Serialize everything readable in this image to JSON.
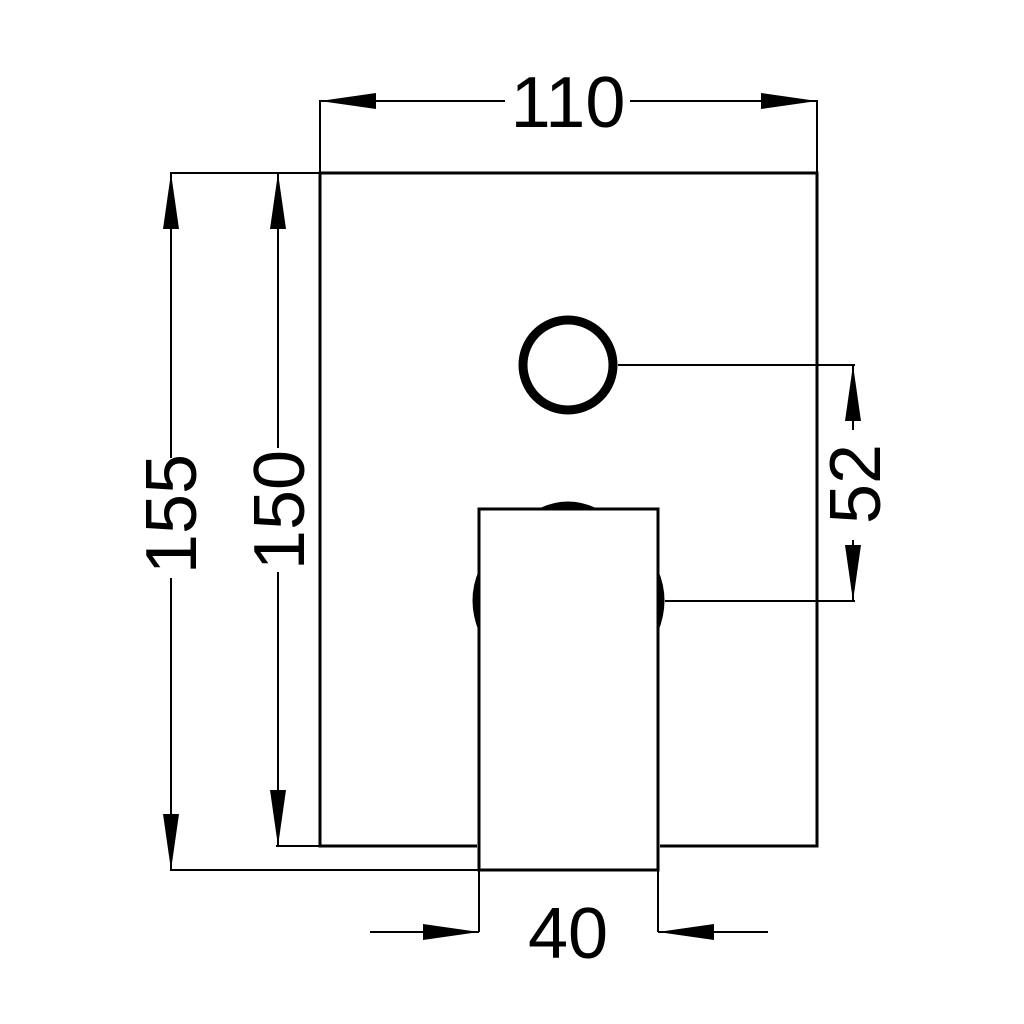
{
  "dimensions": {
    "width_top": "110",
    "height_outer": "155",
    "height_plate": "150",
    "offset_right": "52",
    "width_bottom": "40"
  }
}
